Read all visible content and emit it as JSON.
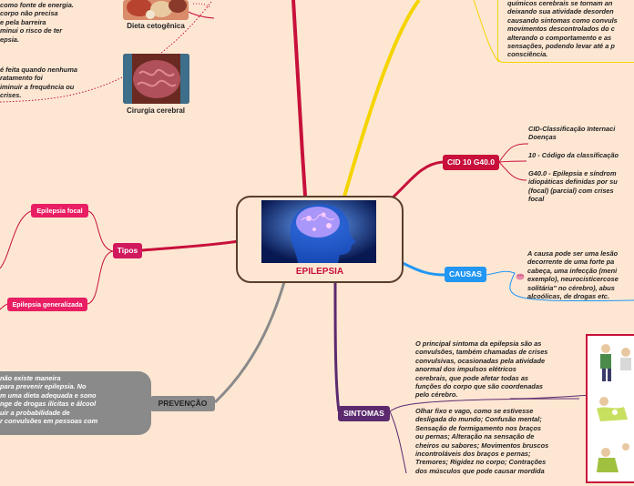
{
  "central": {
    "title": "EPILEPSIA"
  },
  "colors": {
    "background": "#fde7d3",
    "red_branch": "#c8103b",
    "yellow_branch": "#f5d400",
    "blue_branch": "#2196f3",
    "purple_branch": "#5c2a6e",
    "gray_branch": "#8a8a8a",
    "magenta_topic": "#d1195d",
    "pink_topic": "#e91e63"
  },
  "tratamento": {
    "dieta_text": "como fonte de energia.\ncorpo não precisa\ne pela barreira\nminui o risco de ter\nepsia.",
    "dieta_caption": "Dieta cetogênica",
    "cirurgia_text": "é feita quando nenhuma\nratamento foi\niminuir a frequência ou\ncrises.",
    "cirurgia_caption": "Cirurgia cerebral"
  },
  "definicao": {
    "text": "químicos cerebrais se tornam an\ndeixando sua atividade desorden\ncausando sintomas como convuls\nmovimentos descontrolados do c\nalterando o comportamento e as\nsensações, podendo levar até a p\nconsciência."
  },
  "cid": {
    "label": "CID 10 G40.0",
    "items": [
      "CID-Classificação Internaci\nDoenças",
      "10 - Código da classificação",
      "G40.0 - Epilepsia e síndrom\nidiopáticas definidas por su\n(focal) (parcial) com crises\nfocal"
    ]
  },
  "causas": {
    "label": "CAUSAS",
    "text": "A causa pode ser uma lesão\ndecorrente de uma forte pa\ncabeça, uma infecção (meni\nexemplo), neurocisticercose\nsolitária\" no cérebro), abus\nalcoólicas, de drogas etc."
  },
  "tipos": {
    "label": "Tipos",
    "items": [
      "Epilepsia focal",
      "Epilepsia generalizada"
    ]
  },
  "prevencao": {
    "label": "PREVENÇÃO",
    "text": "não existe maneira\npara prevenir epilepsia. No\nm uma dieta adequada e sono\nnge de drogas ilícitas e álcool\nuir a probabilidade de\nr convulsões em pessoas com"
  },
  "sintomas": {
    "label": "SINTOMAS",
    "text1": "O principal sintoma da epilepsia são as\nconvulsões, também chamadas de crises\nconvulsivas, ocasionadas pela atividade\nanormal dos impulsos elétricos\ncerebrais, que pode afetar todas as\nfunções do corpo que são coordenadas\npelo cérebro.",
    "text2": "Olhar fixo e vago, como se estivesse\ndesligada do mundo; Confusão mental;\nSensação de formigamento nos braços\nou pernas; Alteração na sensação de\ncheiros ou sabores; Movimentos bruscos\nincontroláveis dos braços e pernas;\nTremores; Rigidez no corpo; Contrações\ndos músculos que pode causar mordida"
  }
}
